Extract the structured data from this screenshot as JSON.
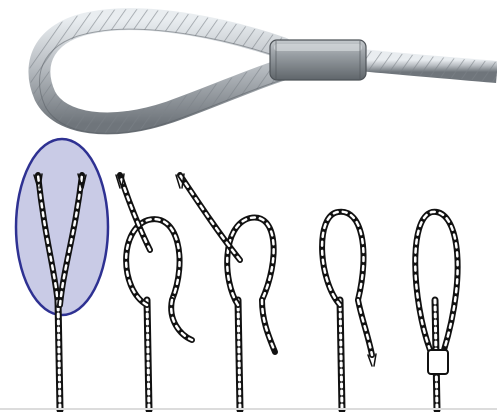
{
  "figure": {
    "background": "#ffffff",
    "photo": {
      "rope_color": "#b9bec3",
      "rope_shadow": "#6f757b",
      "rope_highlight": "#eef1f3",
      "ferrule_color": "#8a9096",
      "ferrule_highlight": "#c4c9cd"
    },
    "steps": [
      {
        "id": 1,
        "stage": "strands-unlaid",
        "highlighted": true
      },
      {
        "id": 2,
        "stage": "loop-formed-tail-wrapping"
      },
      {
        "id": 3,
        "stage": "tail-wrapped-down"
      },
      {
        "id": 4,
        "stage": "loop-closed-tail-ending"
      },
      {
        "id": 5,
        "stage": "ferrule-fitted"
      }
    ],
    "highlight": {
      "fill": "#c9cbe6",
      "stroke": "#2e3192"
    },
    "line_art_color": "#111111"
  }
}
